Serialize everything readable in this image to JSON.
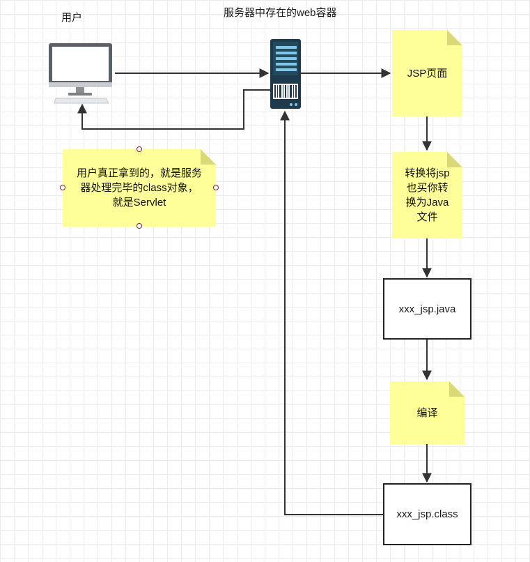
{
  "labels": {
    "user": "用户",
    "server": "服务器中存在的web容器"
  },
  "notes": {
    "jsp_page": "JSP页面",
    "convert": "转换将jsp\n也买你转\n换为Java\n文件",
    "compile": "编译",
    "user_note": "用户真正拿到的，就是服务\n器处理完毕的class对象，\n就是Servlet"
  },
  "boxes": {
    "java_file": "xxx_jsp.java",
    "class_file": "xxx_jsp.class"
  },
  "colors": {
    "note_fill": "#ffff99",
    "arrow": "#333333",
    "server_body": "#1e3a4c"
  }
}
